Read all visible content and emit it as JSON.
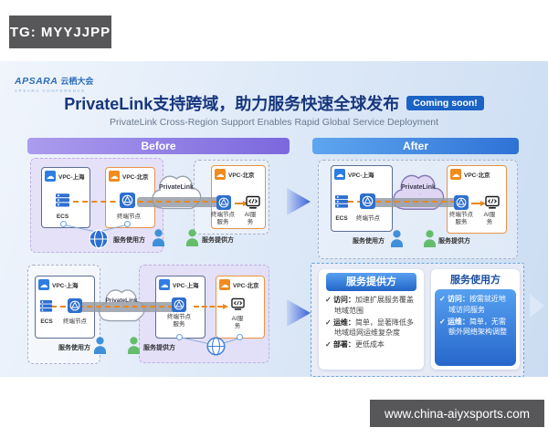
{
  "page": {
    "tg_badge": "TG: MYYJJPP",
    "website_badge": "www.china-aiyxsports.com"
  },
  "header": {
    "logo_brand": "APSARA",
    "logo_cn": "云栖大会",
    "logo_sub": "APSARA CONFERENCE",
    "title": "PrivateLink支持跨域，助力服务快速全球发布",
    "subtitle": "PrivateLink Cross-Region Support Enables Rapid Global Service Deployment",
    "coming_soon": "Coming soon!"
  },
  "panels": {
    "before": "Before",
    "after": "After"
  },
  "labels": {
    "vpc_shanghai": "VPC-上海",
    "vpc_beijing": "VPC-北京",
    "ecs": "ECS",
    "endpoint": "终端节点",
    "endpoint_service": "终端节点服务",
    "ai_service": "AI服务",
    "privatelink": "PrivateLink",
    "service_user": "服务使用方",
    "service_provider": "服务提供方"
  },
  "icons": {
    "cloud_glyph": "☁",
    "check_glyph": "✓"
  },
  "benefits": {
    "provider": {
      "title": "服务提供方",
      "items": [
        {
          "label": "访问：",
          "text": "加速扩展服务覆盖地域范围"
        },
        {
          "label": "运维：",
          "text": "简单，显著降低多地域组网运维复杂度"
        },
        {
          "label": "部署：",
          "text": "更低成本"
        }
      ]
    },
    "user": {
      "title": "服务使用方",
      "items": [
        {
          "label": "访问：",
          "text": "按需就近地域访问服务"
        },
        {
          "label": "运维：",
          "text": "简单，无需额外网络架构调整"
        }
      ]
    }
  },
  "colors": {
    "accent_blue": "#2f72d6",
    "accent_purple": "#7c68dd",
    "accent_orange": "#e8881f",
    "vpc_blue": "#2f7de1",
    "vpc_orange": "#f08c1e",
    "badge_dark": "#57575a",
    "title_blue": "#17367c",
    "coming_soon_bg": "#1b63c5",
    "person_blue": "#3f8fd9",
    "person_green": "#63bd6a"
  }
}
